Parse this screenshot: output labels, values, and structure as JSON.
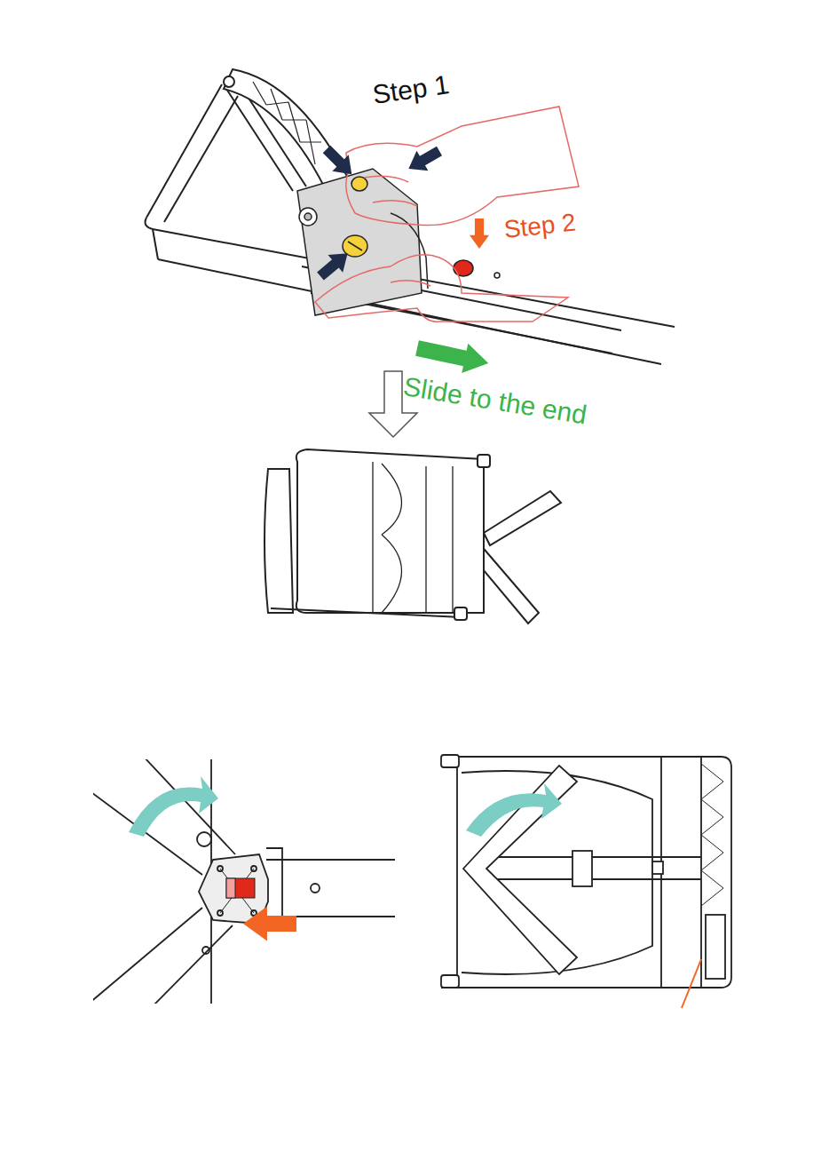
{
  "diagram": {
    "labels": [
      "Step 1",
      "Step 2",
      "Slide to the end"
    ]
  }
}
